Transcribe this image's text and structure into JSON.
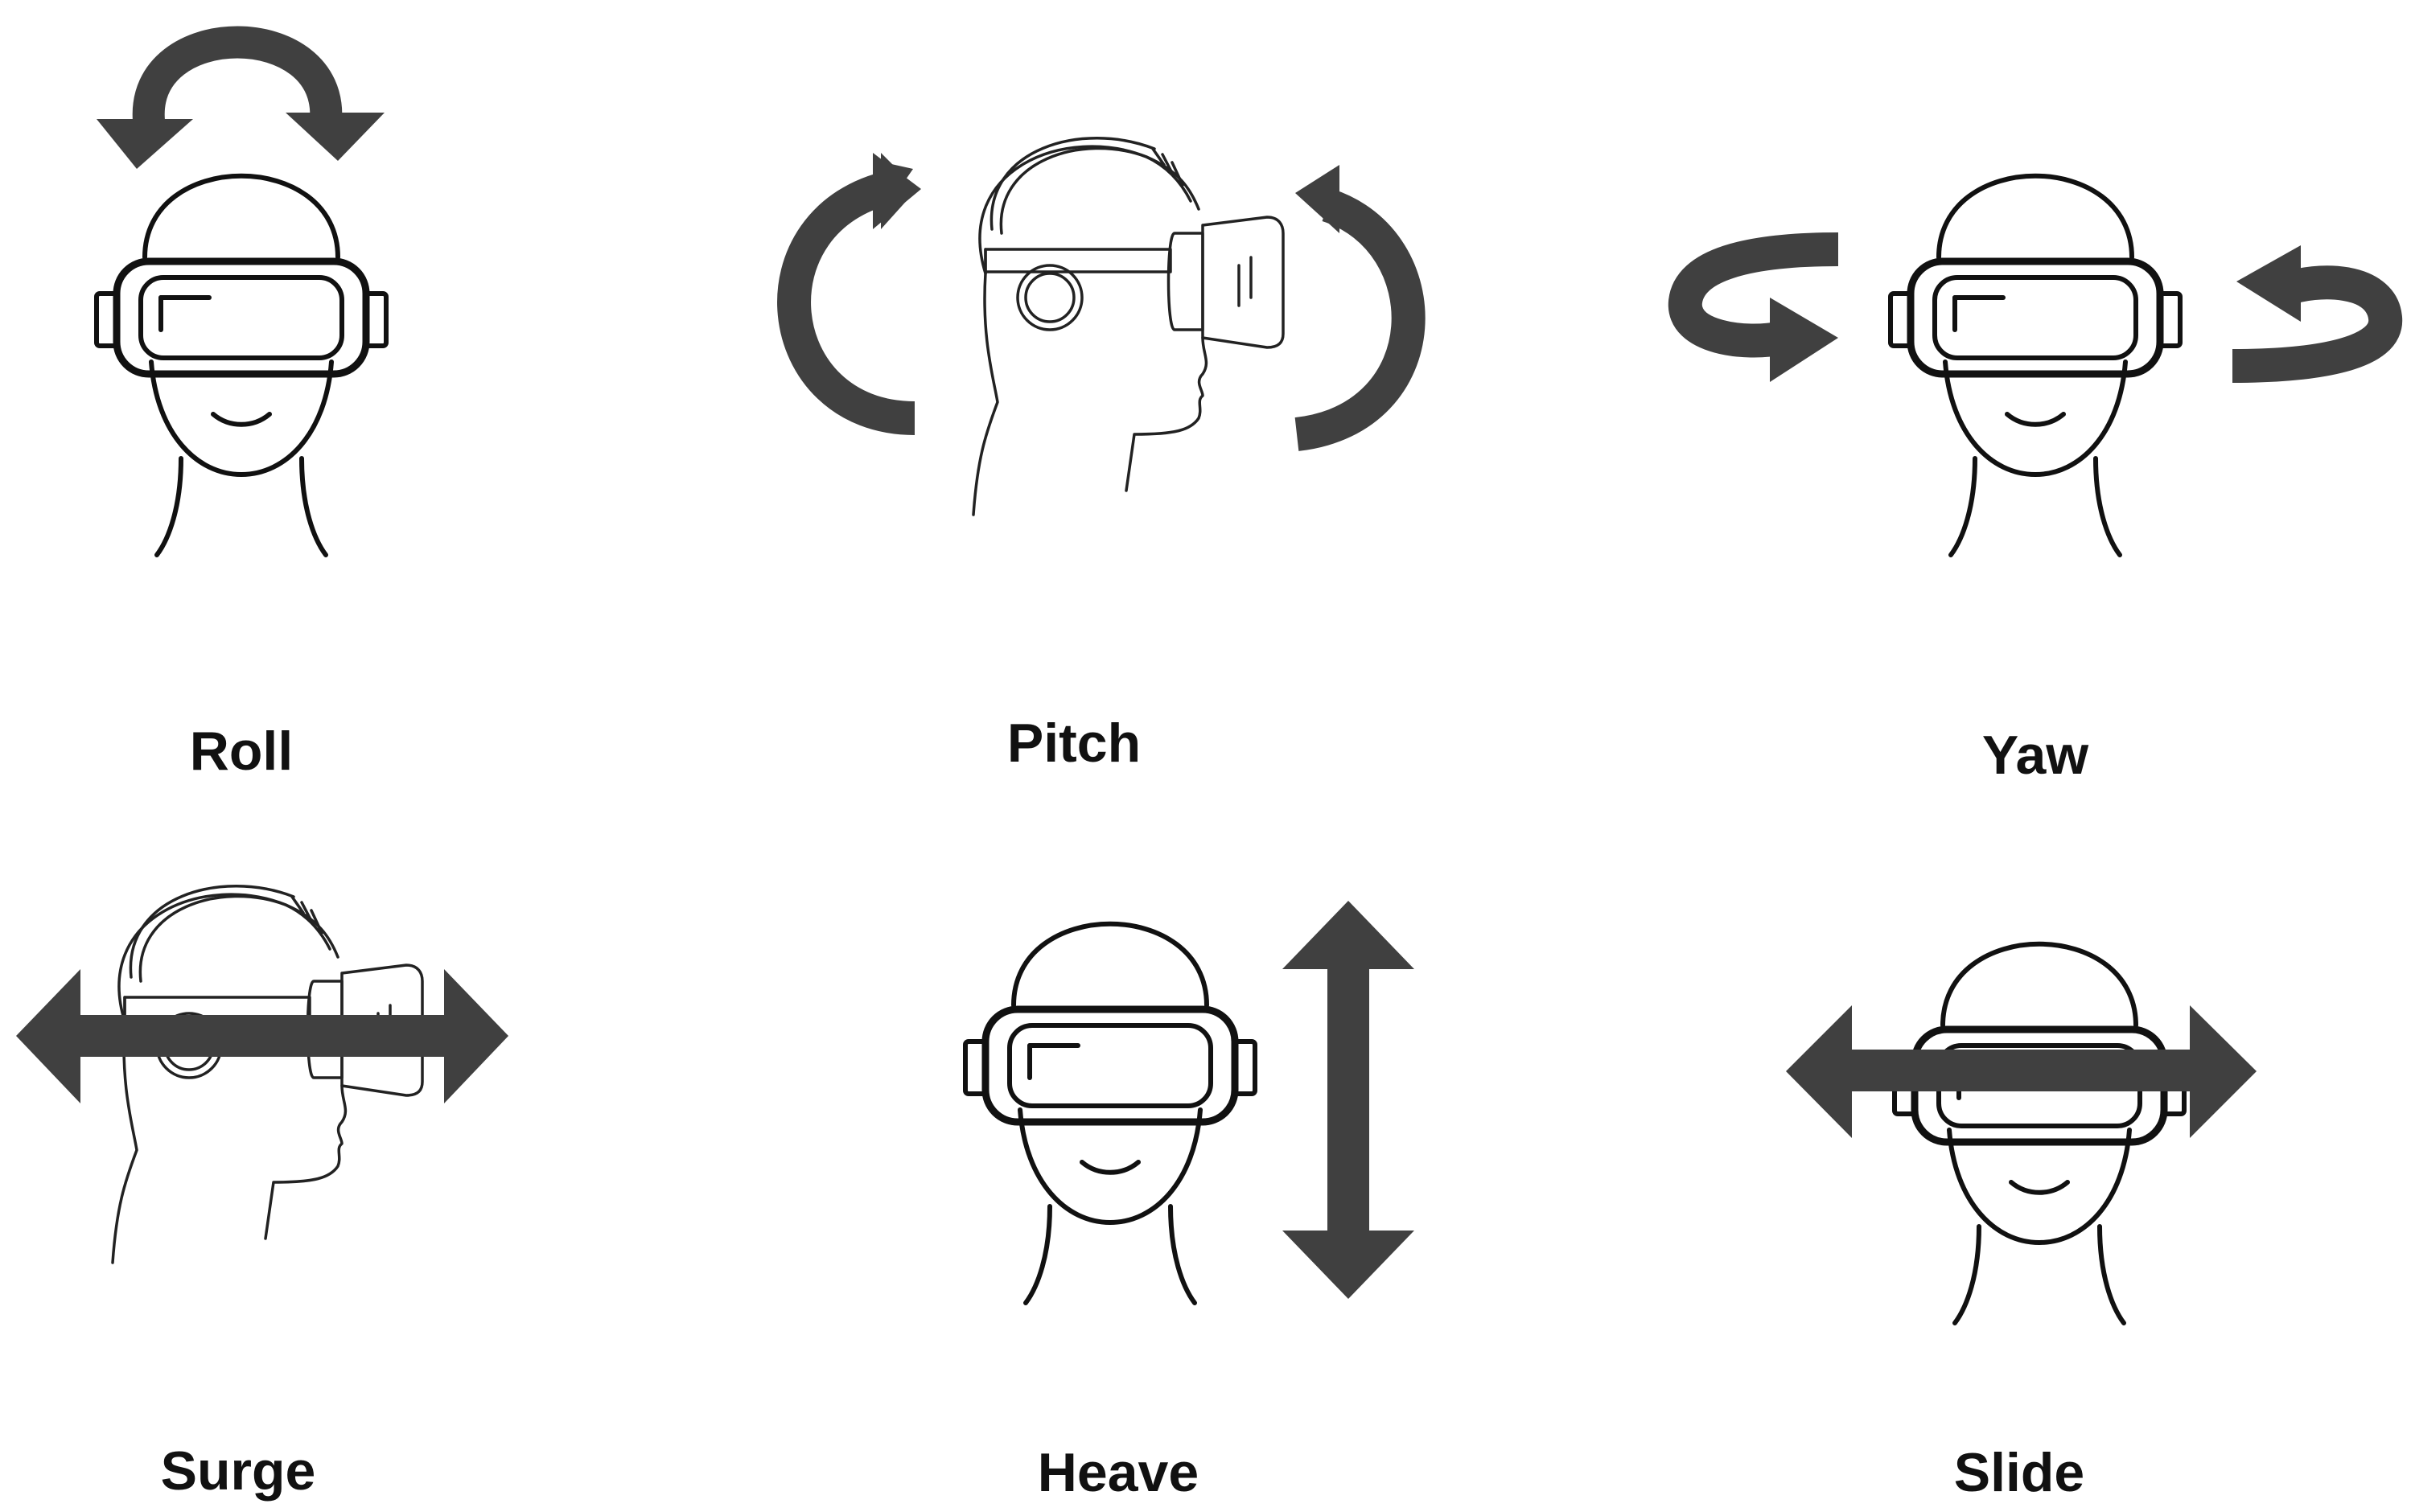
{
  "labels": {
    "roll": "Roll",
    "pitch": "Pitch",
    "yaw": "Yaw",
    "surge": "Surge",
    "heave": "Heave",
    "slide": "Slide"
  },
  "icons": {
    "roll": "front-vr-head-with-curved-arrow-above",
    "pitch": "side-vr-head-with-curved-arrows-front-and-back",
    "yaw": "front-vr-head-with-horizontal-rotation-arrows",
    "surge": "side-vr-head-with-forward-backward-arrow",
    "heave": "front-vr-head-with-vertical-arrow",
    "slide": "front-vr-head-with-left-right-arrow"
  },
  "colors": {
    "arrow": "#404040",
    "outline": "#111111",
    "background": "#ffffff"
  }
}
